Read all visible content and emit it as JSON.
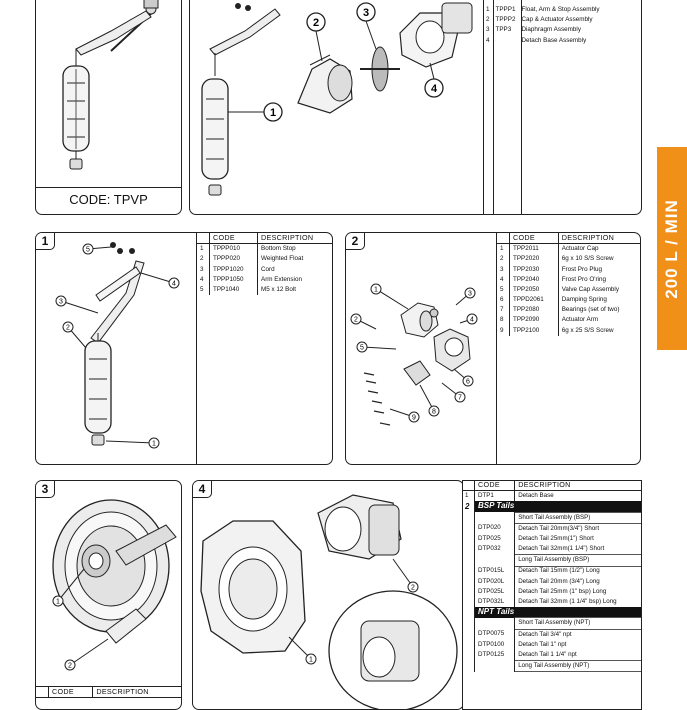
{
  "side_tab": {
    "label": "200 L / MIN",
    "color": "#f19018"
  },
  "overview": {
    "code_caption": "CODE: TPVP",
    "callouts": [
      "1",
      "2",
      "3",
      "4"
    ],
    "parts": [
      {
        "n": "1",
        "code": "TPPP1",
        "desc": "Float, Arm & Stop Assembly"
      },
      {
        "n": "2",
        "code": "TPPP2",
        "desc": "Cap & Actuator Assembly"
      },
      {
        "n": "3",
        "code": "TPP3",
        "desc": "Diaphragm Assembly"
      },
      {
        "n": "4",
        "code": "",
        "desc": "Detach Base Assembly"
      }
    ]
  },
  "panel1": {
    "number": "1",
    "headers": {
      "code": "CODE",
      "desc": "DESCRIPTION"
    },
    "callouts": [
      "1",
      "2",
      "3",
      "4",
      "5"
    ],
    "parts": [
      {
        "n": "1",
        "code": "TPPP010",
        "desc": "Bottom Stop"
      },
      {
        "n": "2",
        "code": "TPPP020",
        "desc": "Weighted Float"
      },
      {
        "n": "3",
        "code": "TPPP1020",
        "desc": "Cord"
      },
      {
        "n": "4",
        "code": "TPPP1050",
        "desc": "Arm Extension"
      },
      {
        "n": "5",
        "code": "TPP1040",
        "desc": "M5 x 12 Bolt"
      }
    ]
  },
  "panel2": {
    "number": "2",
    "headers": {
      "code": "CODE",
      "desc": "DESCRIPTION"
    },
    "callouts": [
      "1",
      "2",
      "3",
      "4",
      "5",
      "6",
      "7",
      "8",
      "9"
    ],
    "parts": [
      {
        "n": "1",
        "code": "TPP2011",
        "desc": "Actuator Cap"
      },
      {
        "n": "2",
        "code": "TPP2020",
        "desc": "6g x 10 S/S Screw"
      },
      {
        "n": "3",
        "code": "TPP2030",
        "desc": "Frost Pro Plug"
      },
      {
        "n": "4",
        "code": "TPP2040",
        "desc": "Frost Pro O'ring"
      },
      {
        "n": "5",
        "code": "TPP2050",
        "desc": "Valve Cap Assembly"
      },
      {
        "n": "6",
        "code": "TPPD2061",
        "desc": "Damping Spring"
      },
      {
        "n": "7",
        "code": "TPP2080",
        "desc": "Bearings (set of two)"
      },
      {
        "n": "8",
        "code": "TPP2090",
        "desc": "Actuator Arm"
      },
      {
        "n": "9",
        "code": "TPP2100",
        "desc": "6g x 25 S/S Screw"
      }
    ]
  },
  "panel3": {
    "number": "3",
    "headers": {
      "code": "CODE",
      "desc": "DESCRIPTION"
    },
    "callouts": [
      "1",
      "2"
    ]
  },
  "panel4": {
    "number": "4",
    "callouts": [
      "1",
      "2"
    ]
  },
  "detach": {
    "headers": {
      "code": "CODE",
      "desc": "DESCRIPTION"
    },
    "row1": {
      "n": "1",
      "code": "DTP1",
      "desc": "Detach Base"
    },
    "row2_n": "2",
    "bsp_title": "BSP Tails",
    "bsp_short_label": "Short Tail Assembly (BSP)",
    "bsp_short": [
      {
        "code": "DTP020",
        "desc": "Detach Tail 20mm(3/4\") Short"
      },
      {
        "code": "DTP025",
        "desc": "Detach Tail 25mm(1\") Short"
      },
      {
        "code": "DTP032",
        "desc": "Detach Tail 32mm(1 1/4\") Short"
      }
    ],
    "bsp_long_label": "Long Tail Assembly (BSP)",
    "bsp_long": [
      {
        "code": "DTP015L",
        "desc": "Detach Tail 15mm (1/2\") Long"
      },
      {
        "code": "DTP020L",
        "desc": "Detach Tail 20mm (3/4\") Long"
      },
      {
        "code": "DTP025L",
        "desc": "Detach Tail 25mm (1\" bsp) Long"
      },
      {
        "code": "DTP032L",
        "desc": "Detach Tail 32mm (1 1/4\" bsp) Long"
      }
    ],
    "npt_title": "NPT Tails",
    "npt_short_label": "Short Tail Assembly (NPT)",
    "npt_short": [
      {
        "code": "DTP0075",
        "desc": "Detach Tail 3/4\" npt"
      },
      {
        "code": "DTP0100",
        "desc": "Detach Tail 1\" npt"
      },
      {
        "code": "DTP0125",
        "desc": "Detach Tail 1 1/4\" npt"
      }
    ],
    "npt_long_label": "Long Tail Assembly (NPT)"
  }
}
